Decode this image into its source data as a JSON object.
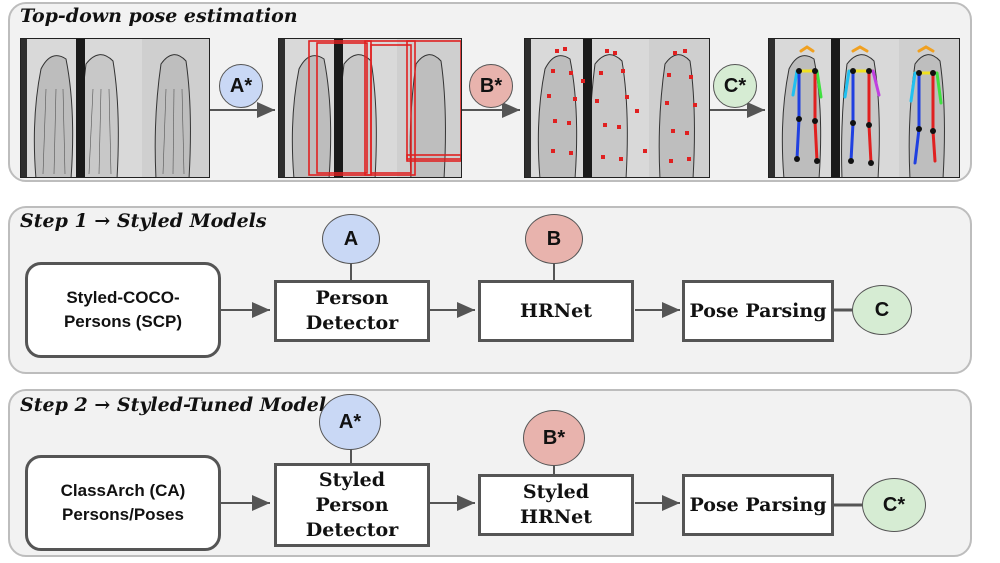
{
  "top_panel": {
    "title": "Top-down pose estimation",
    "labels": [
      "A*",
      "B*",
      "C*"
    ]
  },
  "step1": {
    "title": "Step 1 → Styled Models",
    "input": "Styled-COCO-\nPersons (SCP)",
    "boxes": [
      "Person\nDetector",
      "HRNet",
      "Pose Parsing"
    ],
    "circles": [
      "A",
      "B",
      "C"
    ]
  },
  "step2": {
    "title": "Step 2 → Styled-Tuned Models",
    "input": "ClassArch (CA)\nPersons/Poses",
    "boxes": [
      "Styled\nPerson\nDetector",
      "Styled\nHRNet",
      "Pose Parsing"
    ],
    "circles": [
      "A*",
      "B*",
      "C*"
    ]
  },
  "colors": {
    "blue": "#c9d8f5",
    "red": "#e8b3ad",
    "green": "#d6ecd3",
    "keypoint": "#e02020"
  }
}
